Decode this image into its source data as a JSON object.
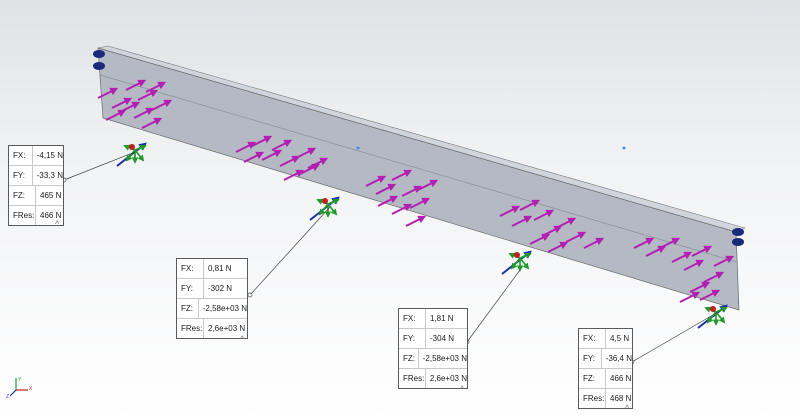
{
  "callouts": [
    {
      "fx_label": "FX:",
      "fx": "-4,15 N",
      "fy_label": "FY:",
      "fy": "-33,3 N",
      "fz_label": "FZ:",
      "fz": "465 N",
      "fres_label": "FRes:",
      "fres": "466 N"
    },
    {
      "fx_label": "FX:",
      "fx": "0,81 N",
      "fy_label": "FY:",
      "fy": "-302 N",
      "fz_label": "FZ:",
      "fz": "-2,58e+03 N",
      "fres_label": "FRes:",
      "fres": "2,6e+03 N"
    },
    {
      "fx_label": "FX:",
      "fx": "1,81 N",
      "fy_label": "FY:",
      "fy": "-304 N",
      "fz_label": "FZ:",
      "fz": "-2,58e+03 N",
      "fres_label": "FRes:",
      "fres": "2,6e+03 N"
    },
    {
      "fx_label": "FX:",
      "fx": "4,5 N",
      "fy_label": "FY:",
      "fy": "-36,4 N",
      "fz_label": "FZ:",
      "fz": "466 N",
      "fres_label": "FRes:",
      "fres": "468 N"
    }
  ],
  "collapse_glyph": "^",
  "triad": {
    "x_label": "X",
    "y_label": "Y",
    "z_label": "Z"
  },
  "colors": {
    "load_arrow": "#b21fb2",
    "beam_face": "#b4b9c3",
    "beam_top": "#d0d4dc",
    "support_green": "#1f9a2a",
    "reaction_blue": "#1a2fa8",
    "fixture_red": "#c0201c"
  },
  "icons": [
    "distributed-load-arrow-icon",
    "fixture-support-icon",
    "reaction-force-arrow-icon",
    "coordinate-triad-icon"
  ]
}
